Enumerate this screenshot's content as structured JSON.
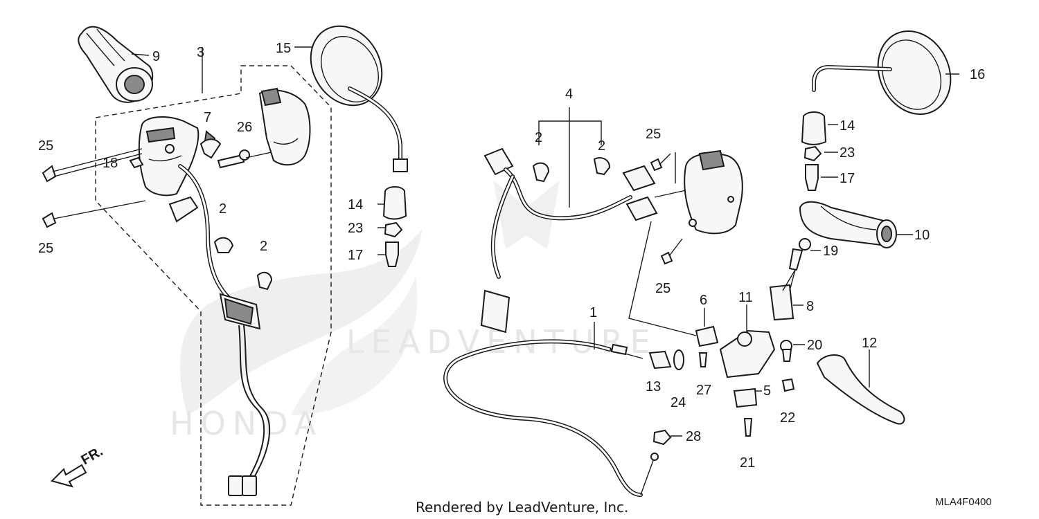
{
  "diagram": {
    "watermark": {
      "honda_text": "HONDA",
      "leadventure_text": "LEADVENTURE"
    },
    "direction_arrow": "FR.",
    "footer": "Rendered by LeadVenture, Inc.",
    "diagram_code": "MLA4F0400",
    "callouts": {
      "c9": "9",
      "c3": "3",
      "c15": "15",
      "c7": "7",
      "c26": "26",
      "c25a": "25",
      "c18": "18",
      "c25b": "25",
      "c2a": "2",
      "c2b": "2",
      "c14a": "14",
      "c23a": "23",
      "c17a": "17",
      "c4": "4",
      "c2c": "2",
      "c2d": "2",
      "c25c": "25",
      "c25d": "25",
      "c1": "1",
      "c6": "6",
      "c11": "11",
      "c13": "13",
      "c24": "24",
      "c27": "27",
      "c5": "5",
      "c28": "28",
      "c21": "21",
      "c16": "16",
      "c14b": "14",
      "c23b": "23",
      "c17b": "17",
      "c10": "10",
      "c19": "19",
      "c8": "8",
      "c20": "20",
      "c12": "12",
      "c22": "22"
    }
  }
}
